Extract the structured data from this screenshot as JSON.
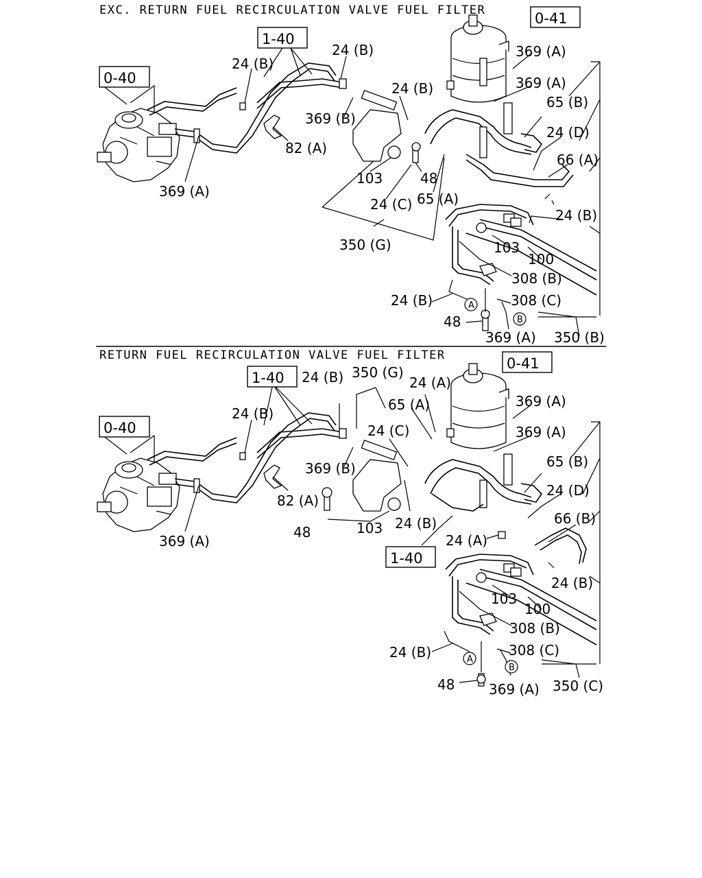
{
  "sections": [
    {
      "title": "EXC. RETURN FUEL RECIRCULATION VALVE FUEL FILTER",
      "boxed_refs": [
        "0-40",
        "1-40",
        "0-41"
      ],
      "callouts": [
        "24 (B)",
        "24 (B)",
        "369 (A)",
        "369 (A)",
        "369 (B)",
        "24 (B)",
        "65 (B)",
        "24 (D)",
        "82 (A)",
        "66 (A)",
        "103",
        "48",
        "369 (A)",
        "24 (C)",
        "65 (A)",
        "24 (B)",
        "350 (G)",
        "103",
        "100",
        "308 (B)",
        "24 (B)",
        "308 (C)",
        "48",
        "369 (A)",
        "350 (B)"
      ],
      "circled_refs": [
        "A",
        "B"
      ]
    },
    {
      "title": "RETURN FUEL RECIRCULATION VALVE FUEL FILTER",
      "boxed_refs": [
        "0-40",
        "1-40",
        "0-41",
        "1-40"
      ],
      "callouts": [
        "24 (B)",
        "350 (G)",
        "24 (A)",
        "65 (A)",
        "369 (A)",
        "24 (B)",
        "24 (C)",
        "369 (A)",
        "369 (B)",
        "65 (B)",
        "82 (A)",
        "24 (D)",
        "48",
        "103",
        "24 (B)",
        "66 (B)",
        "369 (A)",
        "24 (A)",
        "24 (B)",
        "103",
        "100",
        "308 (B)",
        "24 (B)",
        "308 (C)",
        "48",
        "369 (A)",
        "350 (C)"
      ],
      "circled_refs": [
        "A",
        "B"
      ]
    }
  ]
}
